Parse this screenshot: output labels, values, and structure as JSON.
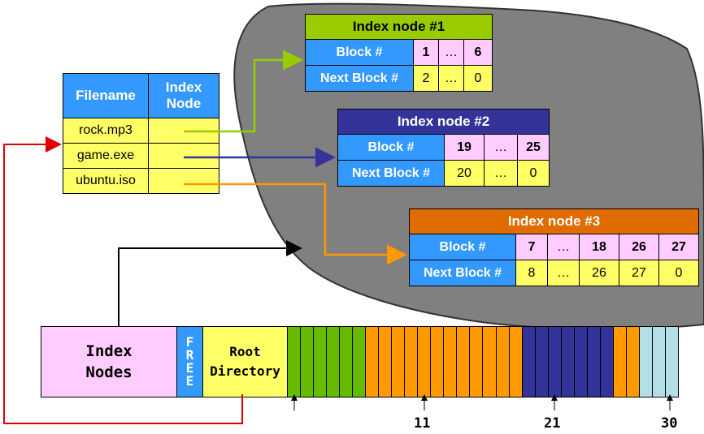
{
  "file_table": {
    "headers": [
      "Filename",
      "Index Node"
    ],
    "rows": [
      "rock.mp3",
      "game.exe",
      "ubuntu.iso"
    ]
  },
  "index_nodes": [
    {
      "title": "Index node #1",
      "color": "#99cc00",
      "block_label": "Block #",
      "next_label": "Next Block #",
      "blocks": [
        "1",
        "…",
        "6"
      ],
      "next": [
        "2",
        "…",
        "0"
      ]
    },
    {
      "title": "Index node #2",
      "color": "#333399",
      "block_label": "Block #",
      "next_label": "Next Block #",
      "blocks": [
        "19",
        "…",
        "25"
      ],
      "next": [
        "20",
        "…",
        "0"
      ]
    },
    {
      "title": "Index node #3",
      "color": "#e06c00",
      "block_label": "Block #",
      "next_label": "Next Block #",
      "blocks": [
        "7",
        "…",
        "18",
        "26",
        "27"
      ],
      "next": [
        "8",
        "…",
        "26",
        "27",
        "0"
      ]
    }
  ],
  "disk": {
    "index_nodes_label": "Index Nodes",
    "free_label": "FREE",
    "root_label": "Root Directory",
    "ticks": [
      "11",
      "21",
      "30"
    ],
    "colors": {
      "green": "#66bb00",
      "orange": "#ff9900",
      "navy": "#333399",
      "teal": "#b3e0e6",
      "pink": "#ffccff",
      "blue": "#3399ff",
      "yellow": "#ffff66"
    }
  }
}
